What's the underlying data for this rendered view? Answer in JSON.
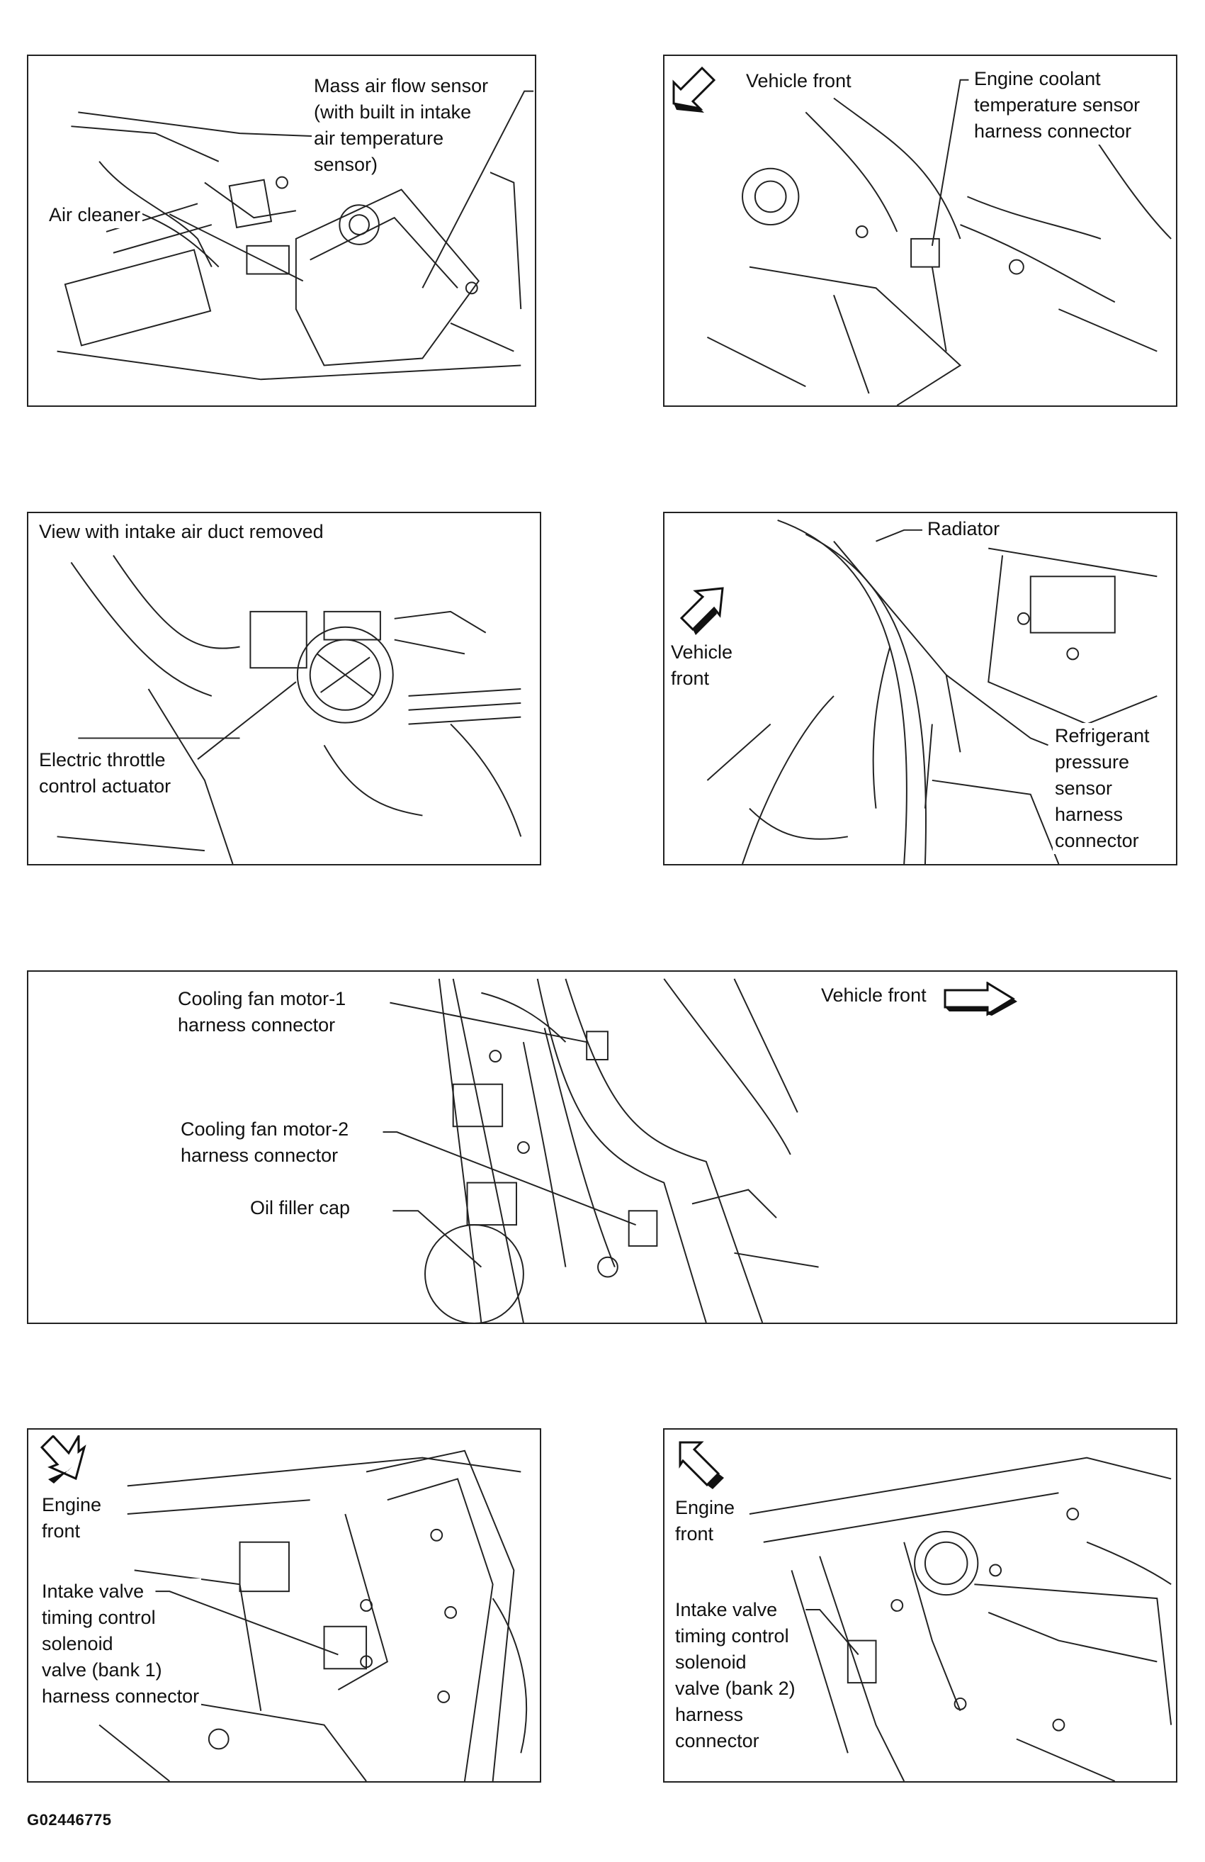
{
  "panels": {
    "maf": {
      "maf_sensor": "Mass air flow sensor\n(with built in intake\nair temperature\nsensor)",
      "air_cleaner": "Air cleaner"
    },
    "ect": {
      "vehicle_front": "Vehicle front",
      "ect_connector": "Engine coolant\ntemperature sensor\nharness connector"
    },
    "throttle": {
      "view_note": "View with intake air duct removed",
      "actuator": "Electric throttle\ncontrol actuator"
    },
    "refrigerant": {
      "radiator": "Radiator",
      "vehicle_front": "Vehicle\nfront",
      "pressure_connector": "Refrigerant\npressure\nsensor\nharness\nconnector"
    },
    "cooling_fan": {
      "fan1": "Cooling fan motor-1\nharness connector",
      "fan2": "Cooling fan motor-2\nharness connector",
      "oil_cap": "Oil filler cap",
      "vehicle_front": "Vehicle front"
    },
    "ivt_bank1": {
      "engine_front": "Engine\nfront",
      "solenoid": "Intake valve\ntiming control\nsolenoid\nvalve (bank 1)\nharness connector"
    },
    "ivt_bank2": {
      "engine_front": "Engine\nfront",
      "solenoid": "Intake valve\ntiming control\nsolenoid\nvalve (bank 2)\nharness\nconnector"
    }
  },
  "figure_id": "G02446775"
}
